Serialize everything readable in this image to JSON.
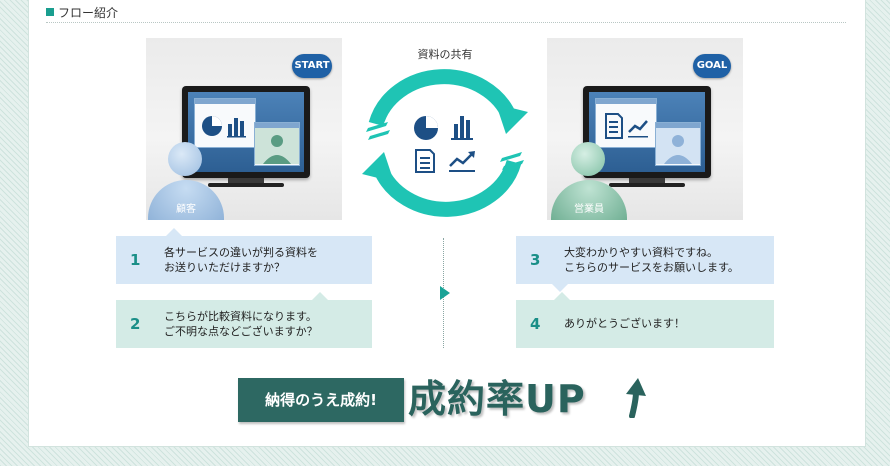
{
  "section": {
    "title": "フロー紹介"
  },
  "left_card": {
    "badge": "START",
    "person_label": "顧客"
  },
  "right_card": {
    "badge": "GOAL",
    "person_label": "営業員"
  },
  "cycle": {
    "label": "資料の共有"
  },
  "steps": [
    {
      "num": "1",
      "line1": "各サービスの違いが判る資料を",
      "line2": "お送りいただけますか？"
    },
    {
      "num": "2",
      "line1": "こちらが比較資料になります。",
      "line2": "ご不明な点などございますか？"
    },
    {
      "num": "3",
      "line1": "大変わかりやすい資料ですね。",
      "line2": "こちらのサービスをお願いします。"
    },
    {
      "num": "4",
      "line1": "ありがとうございます！"
    }
  ],
  "cta": {
    "tag": "納得のうえ成約!",
    "headline": "成約率UP"
  },
  "colors": {
    "teal": "#1fc4b4",
    "dark_teal": "#2d6862",
    "badge_blue": "#1f61a6",
    "bubble_blue": "#d7e7f6",
    "bubble_green": "#d4ebe6"
  },
  "icons": [
    "pie-chart-icon",
    "bar-chart-icon",
    "document-icon",
    "trend-line-icon",
    "up-arrow-icon",
    "cycle-arrows-icon"
  ]
}
